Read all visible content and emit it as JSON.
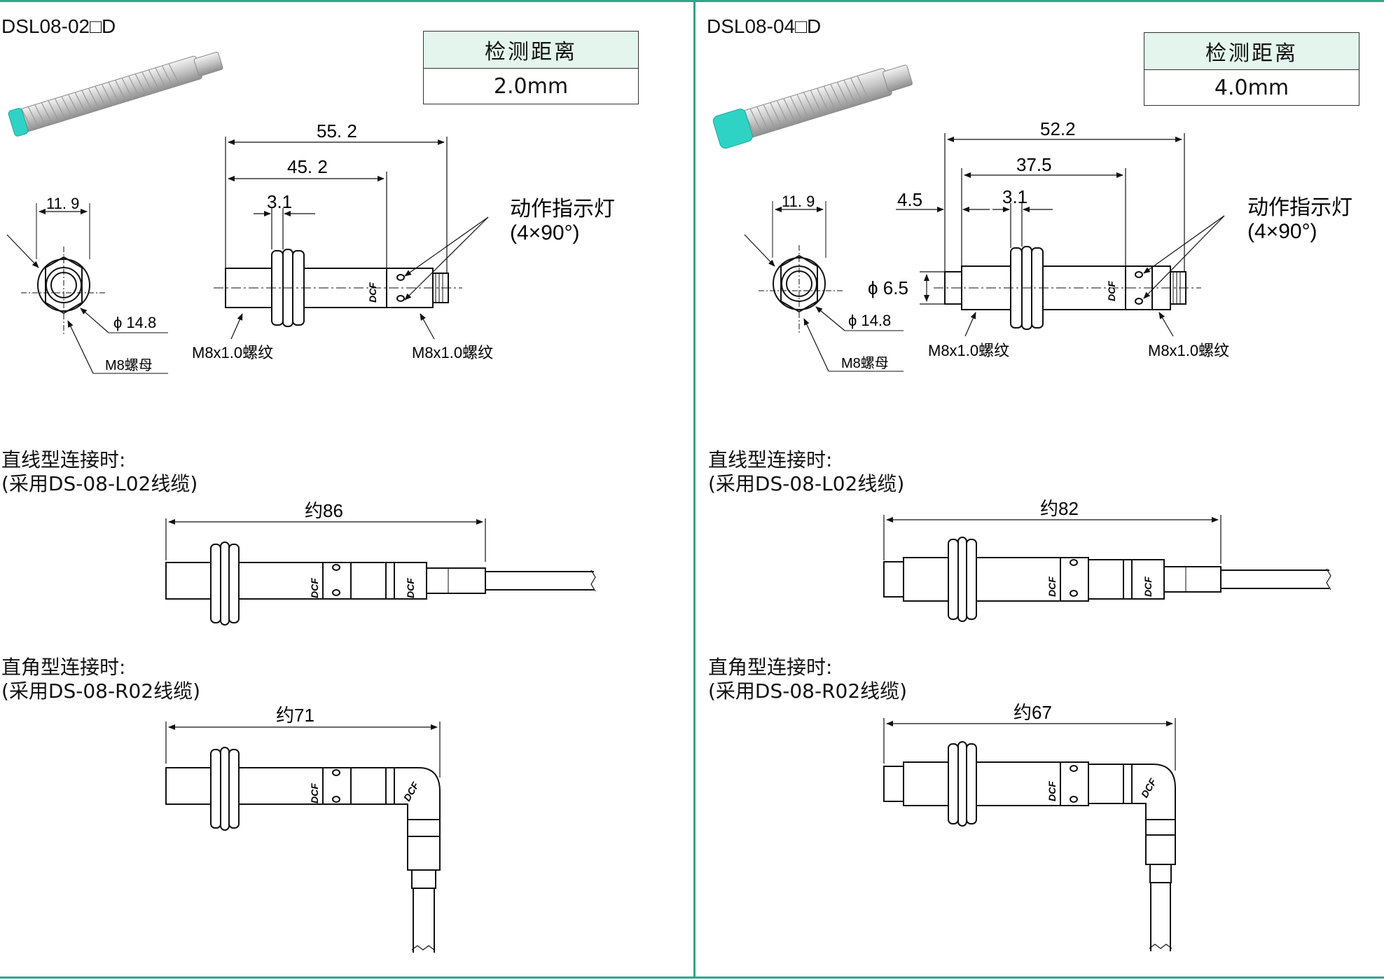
{
  "colors": {
    "frame": "#2aa98a",
    "table_header": "#e3f5ec",
    "sensor_face": "#2fd3c5"
  },
  "left": {
    "model": "DSL08-02□D",
    "distance_header": "检测距离",
    "distance_value": "2.0mm",
    "dims": {
      "total": "55. 2",
      "body": "45. 2",
      "nut": "3.1",
      "face": "11. 9",
      "phi": "ϕ 14.8"
    },
    "labels": {
      "indicator": "动作指示灯",
      "indicator_sub": "(4×90°)",
      "thread_front": "M8x1.0螺纹",
      "thread_back": "M8x1.0螺纹",
      "nut": "M8螺母"
    },
    "straight_title": "直线型连接时:",
    "straight_cable": "(采用DS-08-L02线缆)",
    "straight_len": "约86",
    "right_angle_title": "直角型连接时:",
    "right_angle_cable": "(采用DS-08-R02线缆)",
    "right_angle_len": "约71",
    "brand": "DCF"
  },
  "right": {
    "model": "DSL08-04□D",
    "distance_header": "检测距离",
    "distance_value": "4.0mm",
    "dims": {
      "total": "52.2",
      "body": "37.5",
      "front": "4.5",
      "nut": "3.1",
      "face": "11. 9",
      "phi": "ϕ 14.8",
      "dia": "ϕ 6.5"
    },
    "labels": {
      "indicator": "动作指示灯",
      "indicator_sub": "(4×90°)",
      "thread_front": "M8x1.0螺纹",
      "thread_back": "M8x1.0螺纹",
      "nut": "M8螺母"
    },
    "straight_title": "直线型连接时:",
    "straight_cable": "(采用DS-08-L02线缆)",
    "straight_len": "约82",
    "right_angle_title": "直角型连接时:",
    "right_angle_cable": "(采用DS-08-R02线缆)",
    "right_angle_len": "约67",
    "brand": "DCF"
  }
}
